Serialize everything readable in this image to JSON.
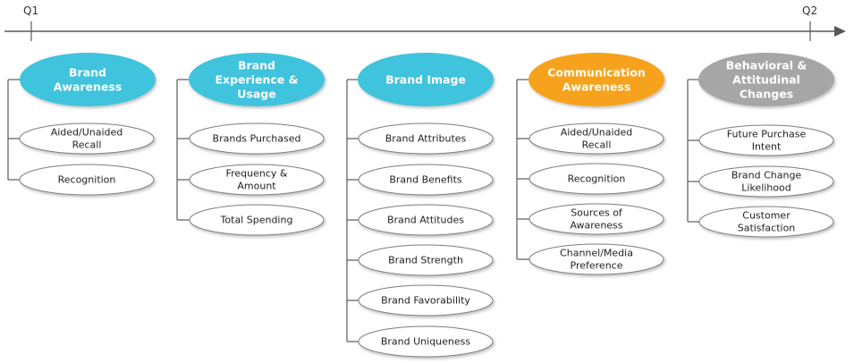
{
  "timeline": {
    "start_label": "Q1",
    "end_label": "Q2"
  },
  "colors": {
    "teal": "#3fc3dd",
    "orange": "#f7a21b",
    "gray": "#a6a6a6",
    "line": "#595959",
    "outline": "#7f7f7f"
  },
  "columns": [
    {
      "title": [
        "Brand",
        "Awareness"
      ],
      "color": "#3fc3dd",
      "items": [
        [
          "Aided/Unaided",
          "Recall"
        ],
        [
          "Recognition"
        ]
      ]
    },
    {
      "title": [
        "Brand",
        "Experience &",
        "Usage"
      ],
      "color": "#3fc3dd",
      "items": [
        [
          "Brands Purchased"
        ],
        [
          "Frequency  &",
          "Amount"
        ],
        [
          "Total Spending"
        ]
      ]
    },
    {
      "title": [
        "Brand Image"
      ],
      "color": "#3fc3dd",
      "items": [
        [
          "Brand Attributes"
        ],
        [
          "Brand Benefits"
        ],
        [
          "Brand Attitudes"
        ],
        [
          "Brand Strength"
        ],
        [
          "Brand Favorability"
        ],
        [
          "Brand Uniqueness"
        ]
      ]
    },
    {
      "title": [
        "Communication",
        "Awareness"
      ],
      "color": "#f7a21b",
      "items": [
        [
          "Aided/Unaided",
          "Recall"
        ],
        [
          "Recognition"
        ],
        [
          "Sources of",
          "Awareness"
        ],
        [
          "Channel/Media",
          "Preference"
        ]
      ]
    },
    {
      "title": [
        "Behavioral &",
        "Attitudinal",
        "Changes"
      ],
      "color": "#a6a6a6",
      "items": [
        [
          "Future Purchase",
          "Intent"
        ],
        [
          "Brand Change",
          "Likelihood"
        ],
        [
          "Customer",
          "Satisfaction"
        ]
      ]
    }
  ]
}
